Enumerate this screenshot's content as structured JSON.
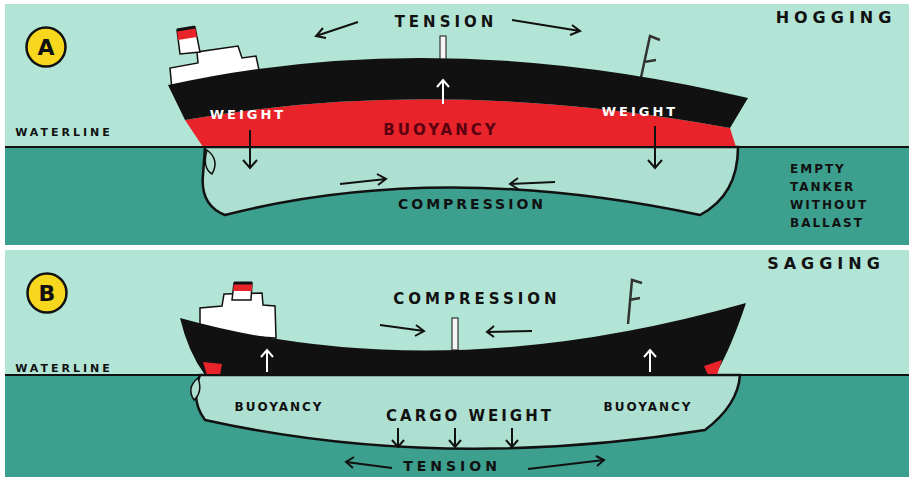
{
  "diagram": {
    "nodes": [
      {
        "text": [
          "A"
        ]
      },
      {
        "text": [
          "B"
        ]
      }
    ],
    "labels": [
      "TENSION",
      "HOGGING",
      "WEIGHT",
      "BUOYANCY",
      "WEIGHT",
      "WATERLINE",
      "COMPRESSION",
      "EMPTY TANKER WITHOUT BALLAST",
      "SAGGING",
      "COMPRESSION",
      "WATERLINE",
      "BUOYANCY",
      "CARGO WEIGHT",
      "BUOYANCY",
      "TENSION"
    ]
  }
}
